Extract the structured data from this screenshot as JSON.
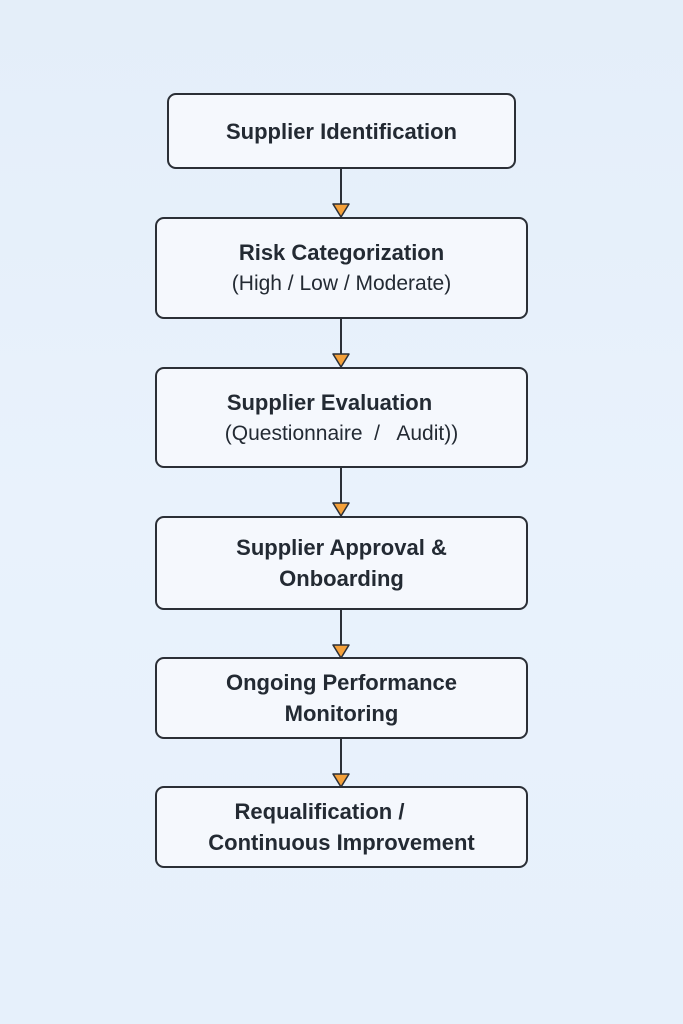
{
  "diagram": {
    "type": "flowchart",
    "direction": "top-to-bottom",
    "colors": {
      "background": "#e6f0fb",
      "box_fill": "#f5f8fd",
      "box_border": "#2b2f36",
      "text": "#232a33",
      "arrow_fill": "#f5a13a"
    },
    "steps": [
      {
        "title": "Supplier Identification",
        "subtitle": null
      },
      {
        "title": "Risk Categorization",
        "subtitle": "(High / Low / Moderate)"
      },
      {
        "title": "Supplier Evaluation",
        "subtitle": "(Questionnaire  /   Audit))"
      },
      {
        "title": "Supplier Approval &",
        "subtitle": null,
        "title_line2": "Onboarding"
      },
      {
        "title": "Ongoing Performance",
        "subtitle": null,
        "title_line2": "Monitoring"
      },
      {
        "title": "Requalification /",
        "subtitle": null,
        "title_line2": "Continuous Improvement"
      }
    ],
    "arrows": [
      {
        "from": 0,
        "to": 1
      },
      {
        "from": 1,
        "to": 2
      },
      {
        "from": 2,
        "to": 3
      },
      {
        "from": 3,
        "to": 4
      },
      {
        "from": 4,
        "to": 5
      }
    ]
  }
}
